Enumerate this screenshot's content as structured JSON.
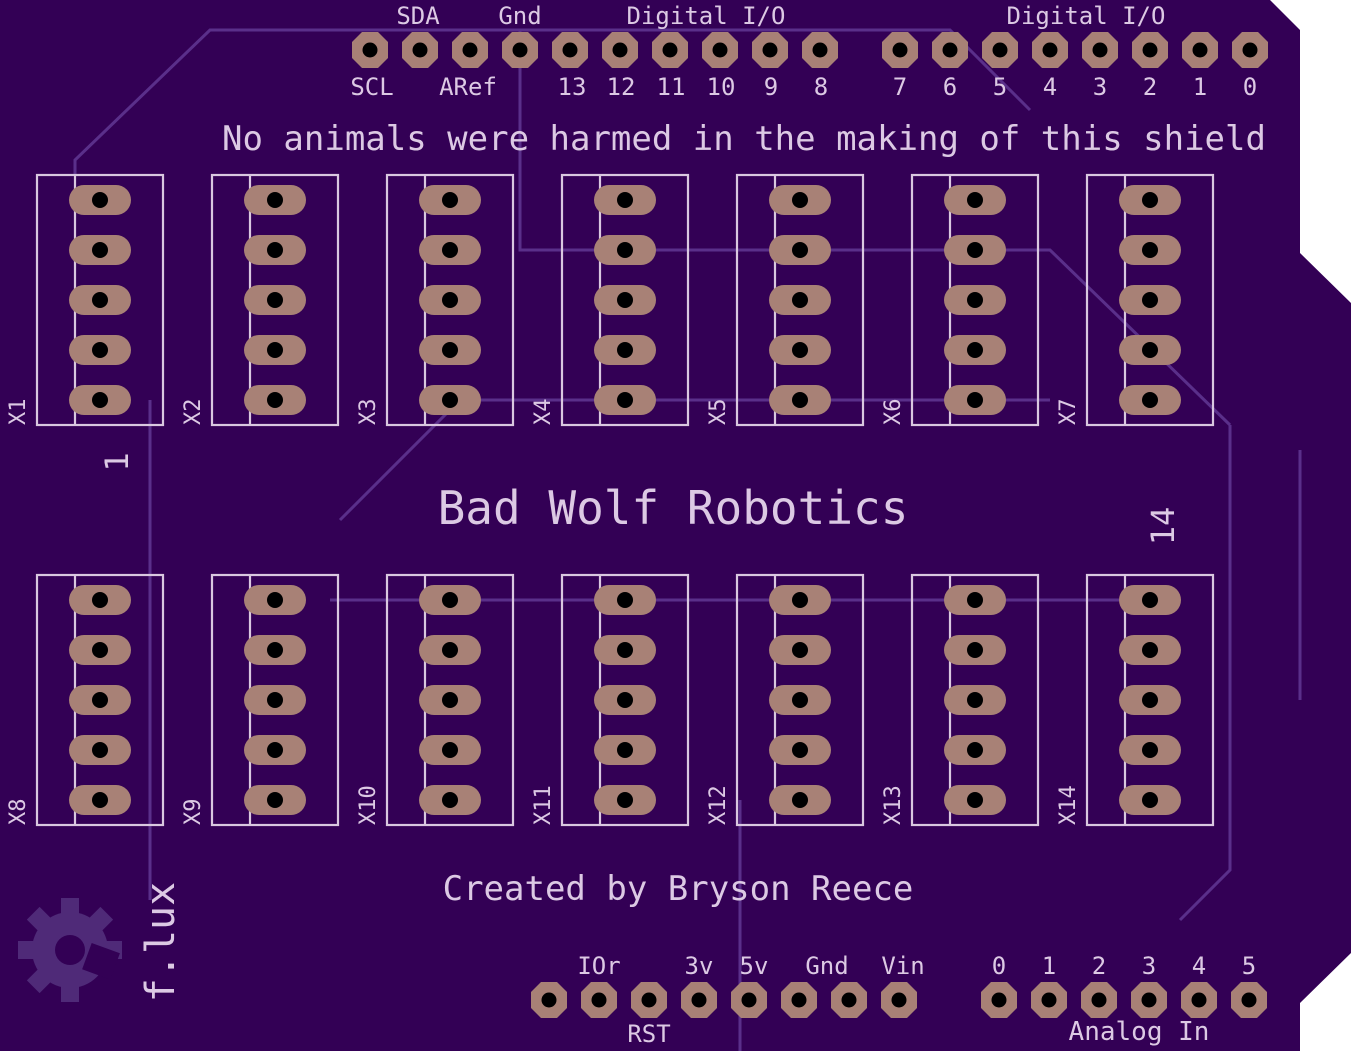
{
  "colors": {
    "board": "#330055",
    "pad": "#a88176",
    "drill": "#000000",
    "silkscreen": "#dcc9e4"
  },
  "top_header": {
    "top_labels": [
      "SDA",
      "Gnd",
      "Digital I/O",
      "Digital I/O"
    ],
    "bottom_labels_left": [
      "SCL",
      "ARef",
      "13",
      "12",
      "11",
      "10",
      "9",
      "8"
    ],
    "bottom_labels_right": [
      "7",
      "6",
      "5",
      "4",
      "3",
      "2",
      "1",
      "0"
    ]
  },
  "tagline": "No animals were harmed in the making of this shield",
  "title": "Bad Wolf Robotics",
  "credit": "Created by Bryson Reece",
  "connectors_top": [
    "X1",
    "X2",
    "X3",
    "X4",
    "X5",
    "X6",
    "X7"
  ],
  "connectors_bottom": [
    "X8",
    "X9",
    "X10",
    "X11",
    "X12",
    "X13",
    "X14"
  ],
  "marker_first": "1",
  "marker_last": "14",
  "flux_label": "f.lux",
  "bottom_header": {
    "power_top_labels": [
      "IOr",
      "3v",
      "5v",
      "Gnd",
      "Vin"
    ],
    "power_bottom_label": "RST",
    "analog_labels": [
      "0",
      "1",
      "2",
      "3",
      "4",
      "5"
    ],
    "analog_title": "Analog In"
  }
}
